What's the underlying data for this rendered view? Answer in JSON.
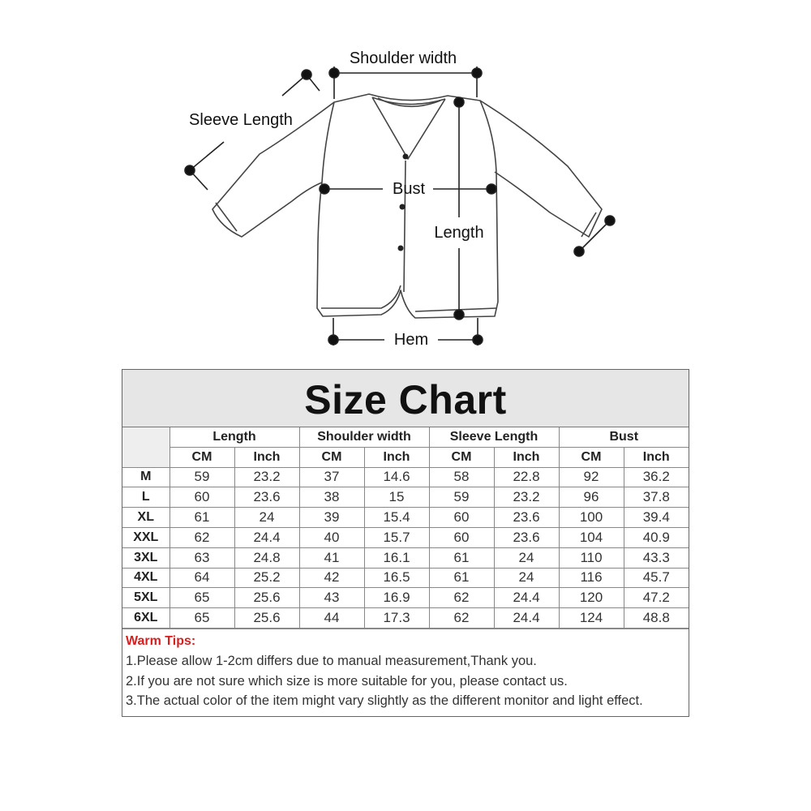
{
  "diagram": {
    "labels": {
      "shoulder_width": "Shoulder width",
      "sleeve_length": "Sleeve Length",
      "bust": "Bust",
      "length": "Length",
      "hem": "Hem"
    }
  },
  "chart": {
    "title": "Size Chart",
    "groups": [
      "Length",
      "Shoulder width",
      "Sleeve Length",
      "Bust"
    ],
    "units": [
      "CM",
      "Inch",
      "CM",
      "Inch",
      "CM",
      "Inch",
      "CM",
      "Inch"
    ],
    "rows": [
      {
        "size": "M",
        "values": [
          "59",
          "23.2",
          "37",
          "14.6",
          "58",
          "22.8",
          "92",
          "36.2"
        ]
      },
      {
        "size": "L",
        "values": [
          "60",
          "23.6",
          "38",
          "15",
          "59",
          "23.2",
          "96",
          "37.8"
        ]
      },
      {
        "size": "XL",
        "values": [
          "61",
          "24",
          "39",
          "15.4",
          "60",
          "23.6",
          "100",
          "39.4"
        ]
      },
      {
        "size": "XXL",
        "values": [
          "62",
          "24.4",
          "40",
          "15.7",
          "60",
          "23.6",
          "104",
          "40.9"
        ]
      },
      {
        "size": "3XL",
        "values": [
          "63",
          "24.8",
          "41",
          "16.1",
          "61",
          "24",
          "110",
          "43.3"
        ]
      },
      {
        "size": "4XL",
        "values": [
          "64",
          "25.2",
          "42",
          "16.5",
          "61",
          "24",
          "116",
          "45.7"
        ]
      },
      {
        "size": "5XL",
        "values": [
          "65",
          "25.6",
          "43",
          "16.9",
          "62",
          "24.4",
          "120",
          "47.2"
        ]
      },
      {
        "size": "6XL",
        "values": [
          "65",
          "25.6",
          "44",
          "17.3",
          "62",
          "24.4",
          "124",
          "48.8"
        ]
      }
    ]
  },
  "tips": {
    "title": "Warm Tips:",
    "lines": [
      "1.Please allow 1-2cm differs due to manual measurement,Thank you.",
      "2.If you are not sure which size is more suitable for you, please contact us.",
      "3.The actual color of the item might vary slightly as the different monitor and light effect."
    ]
  },
  "colors": {
    "tips_title": "#d62020",
    "title_bg": "#e6e6e6"
  }
}
